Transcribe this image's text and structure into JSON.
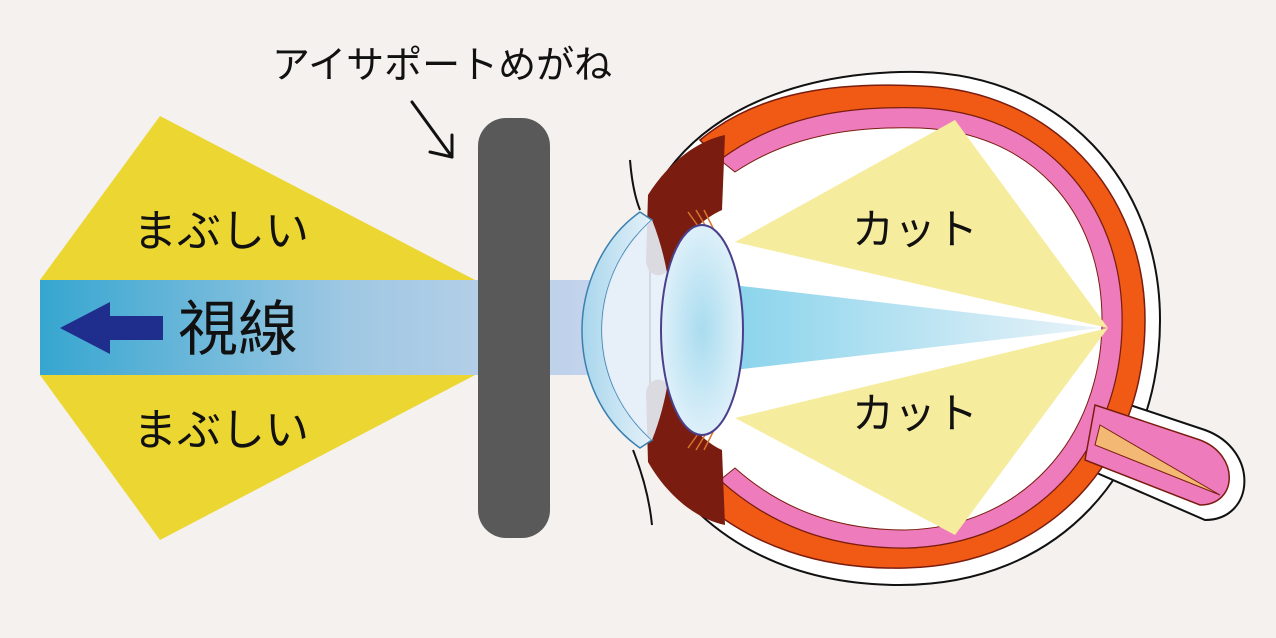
{
  "labels": {
    "glasses": "アイサポートめがね",
    "glare_top": "まぶしい",
    "glare_bottom": "まぶしい",
    "line_of_sight": "視線",
    "cut_top": "カット",
    "cut_bottom": "カット"
  },
  "colors": {
    "background": "#f4f1ee",
    "glare_yellow": "#ecd632",
    "cut_yellow": "#f6ec9e",
    "sight_blue": "#3aa9d2",
    "arrow_navy": "#1f2d8c",
    "lens_gray": "#595959",
    "sclera_orange": "#f05a14",
    "retina_pink": "#ee7cbc",
    "iris_brown": "#7a1d10"
  }
}
